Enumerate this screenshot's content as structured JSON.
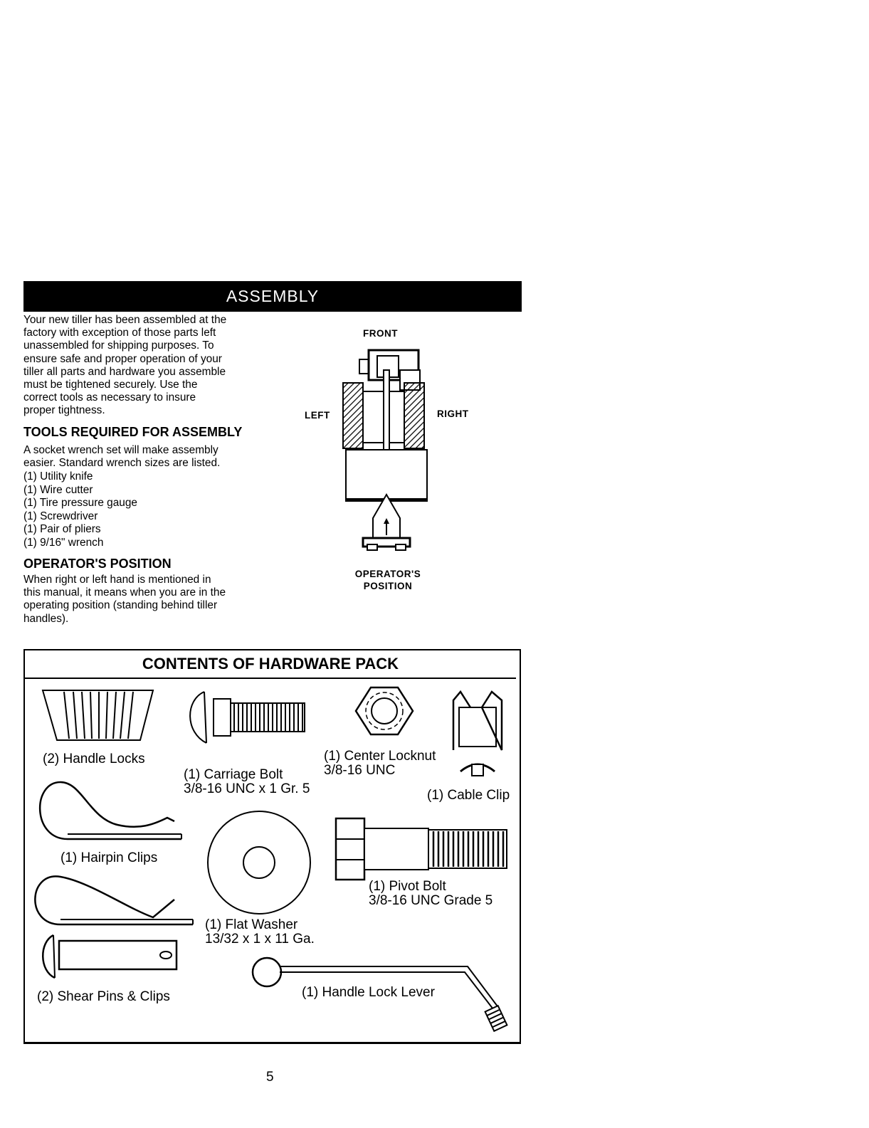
{
  "header": {
    "title": "ASSEMBLY"
  },
  "intro": "Your new tiller has been assembled at the\nfactory with exception of those parts left\nunassembled for shipping purposes. To\nensure safe and proper operation of your\ntiller all parts and hardware you assemble\nmust be tightened securely. Use the\ncorrect tools as necessary to insure\nproper tightness.",
  "tools": {
    "heading": "TOOLS REQUIRED FOR ASSEMBLY",
    "intro": "A socket wrench set will make assembly\neasier. Standard wrench sizes are listed.",
    "items": [
      "(1) Utility knife",
      "(1) Wire cutter",
      "(1) Tire pressure gauge",
      "(1) Screwdriver",
      "(1) Pair of pliers",
      "(1) 9/16\" wrench"
    ]
  },
  "operator": {
    "heading": "OPERATOR'S POSITION",
    "text": "When right or left hand is mentioned in\nthis manual, it means when you are in the\noperating position (standing behind tiller\nhandles)."
  },
  "diagram": {
    "front": "FRONT",
    "left": "LEFT",
    "right": "RIGHT",
    "operator_position": "OPERATOR'S\nPOSITION"
  },
  "hardware": {
    "title": "CONTENTS OF HARDWARE PACK",
    "items": {
      "handle_locks": "(2) Handle Locks",
      "carriage_bolt": "(1) Carriage Bolt\n3/8-16 UNC x 1 Gr. 5",
      "center_locknut": "(1) Center Locknut\n3/8-16 UNC",
      "cable_clip": "(1) Cable Clip",
      "hairpin_clips": "(1) Hairpin Clips",
      "pivot_bolt": "(1) Pivot Bolt\n3/8-16 UNC Grade 5",
      "flat_washer": "(1) Flat Washer\n13/32 x 1 x 11 Ga.",
      "shear_pins": "(2) Shear Pins & Clips",
      "handle_lock_lever": "(1) Handle Lock Lever"
    }
  },
  "page_number": "5"
}
